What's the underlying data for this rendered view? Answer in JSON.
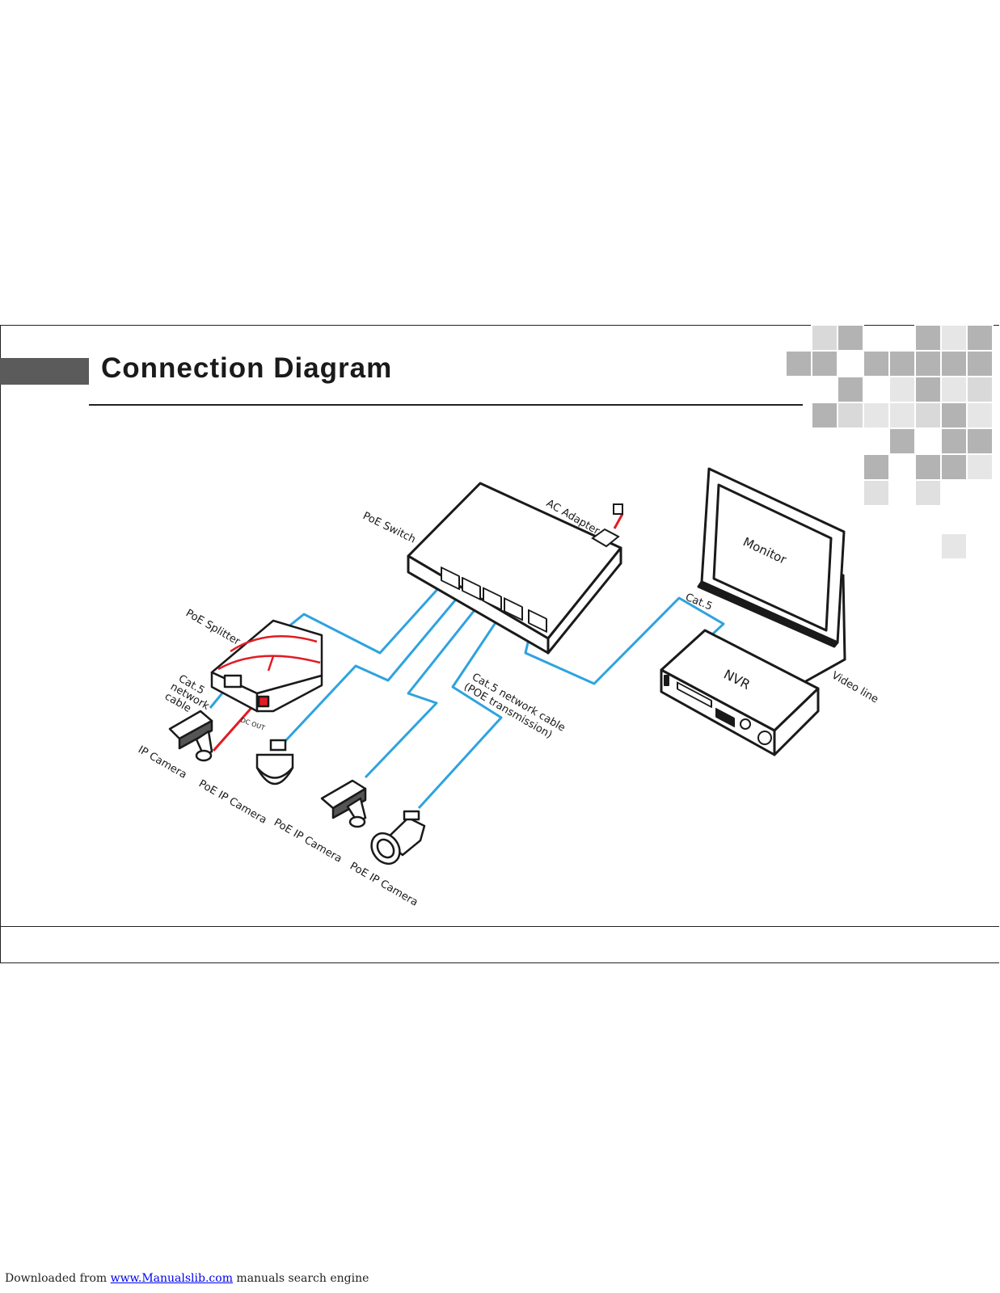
{
  "page": {
    "title": "Connection Diagram"
  },
  "labels": {
    "poe_switch": "PoE  Switch",
    "ac_adapter": "AC Adapter",
    "monitor": "Monitor",
    "cat5_top": "Cat.5",
    "nvr": "NVR",
    "video_line": "Video line",
    "poe_splitter": "PoE Splitter",
    "cat5_network_1": "Cat.5",
    "cat5_network_2": "network",
    "cat5_network_3": "cable",
    "dc_out": "DC OUT",
    "cable_poe_1": "Cat.5 network cable",
    "cable_poe_2": "(POE transmission)",
    "ip_camera": "IP Camera",
    "poe_ip_camera_1": "PoE IP Camera",
    "poe_ip_camera_2": "PoE IP Camera",
    "poe_ip_camera_3": "PoE IP Camera"
  },
  "colors": {
    "cable_network": "#2ea3df",
    "cable_power": "#e21b23",
    "ink": "#1a1a1a"
  },
  "footer": {
    "prefix": "Downloaded from ",
    "link": "www.Manualslib.com",
    "suffix": "  manuals search engine"
  }
}
